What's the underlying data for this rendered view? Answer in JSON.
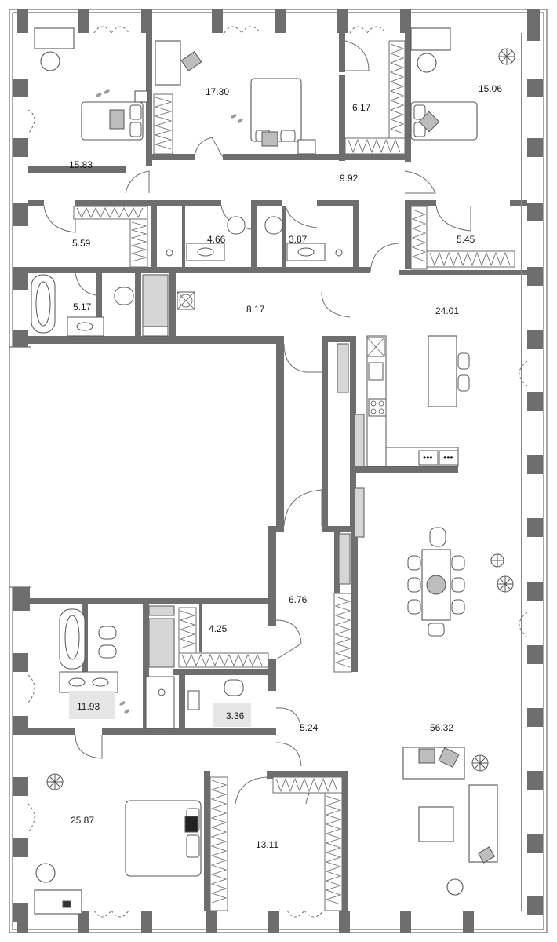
{
  "plan": {
    "rooms": [
      {
        "id": "bedroom-nw",
        "area": "15.83"
      },
      {
        "id": "bedroom-north",
        "area": "17.30"
      },
      {
        "id": "closet-north",
        "area": "6.17"
      },
      {
        "id": "bedroom-ne",
        "area": "15.06"
      },
      {
        "id": "hall-north",
        "area": "9.92"
      },
      {
        "id": "dressing-nw",
        "area": "5.59"
      },
      {
        "id": "bath-north-1",
        "area": "4.66"
      },
      {
        "id": "bath-north-2",
        "area": "3.87"
      },
      {
        "id": "dressing-ne",
        "area": "5.45"
      },
      {
        "id": "bath-nw",
        "area": "5.17"
      },
      {
        "id": "corridor",
        "area": "8.17"
      },
      {
        "id": "kitchen",
        "area": "24.01"
      },
      {
        "id": "hall-central",
        "area": "6.76"
      },
      {
        "id": "dressing-south",
        "area": "4.25"
      },
      {
        "id": "bath-sw",
        "area": "11.93"
      },
      {
        "id": "wc-south",
        "area": "3.36"
      },
      {
        "id": "hall-south",
        "area": "5.24"
      },
      {
        "id": "living",
        "area": "56.32"
      },
      {
        "id": "bedroom-sw",
        "area": "25.87"
      },
      {
        "id": "dressing-sw",
        "area": "13.11"
      }
    ]
  },
  "colors": {
    "wall": "#6e6e6e",
    "furniture_fill": "#bdbdbd",
    "shaft": "#d6d6d6",
    "text": "#1a1a1a"
  }
}
